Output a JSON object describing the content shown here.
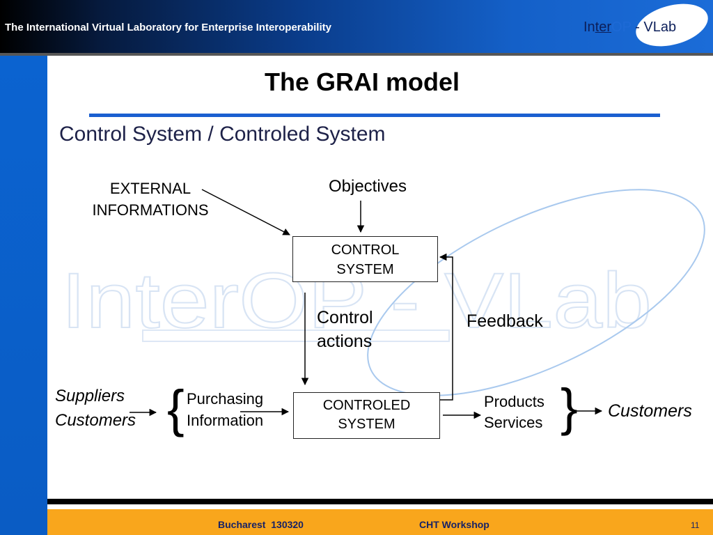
{
  "header": {
    "title": "The International Virtual Laboratory for Enterprise Interoperability",
    "logo": {
      "prefix": "In",
      "underlined": "ter",
      "highlight": "OP",
      "suffix": " - VLab"
    }
  },
  "slide": {
    "title": "The GRAI model",
    "subtitle": "Control System / Controled System",
    "watermark": "InterOP - VLab"
  },
  "diagram": {
    "external_informations": [
      "EXTERNAL",
      "INFORMATIONS"
    ],
    "objectives": "Objectives",
    "control_system": [
      "CONTROL",
      "SYSTEM"
    ],
    "control_actions": [
      "Control",
      "actions"
    ],
    "feedback": "Feedback",
    "controled_system": [
      "CONTROLED",
      "SYSTEM"
    ],
    "input_actors": [
      "Suppliers",
      "Customers"
    ],
    "input_brace": "{",
    "inputs": [
      "Purchasing",
      "Information"
    ],
    "outputs": [
      "Products",
      "Services"
    ],
    "output_brace": "}",
    "output_actor": "Customers"
  },
  "footer": {
    "location": "Bucharest  130320",
    "event": "CHT Workshop",
    "page": "11"
  },
  "colors": {
    "accent_blue": "#1a5fd0",
    "sidebar_blue": "#0b63d0",
    "footer_orange": "#f9a61c",
    "logo_highlight": "#1e6ad6",
    "watermark_outline": "#d8e4f4",
    "ellipse_outline": "#a9c9ee"
  }
}
